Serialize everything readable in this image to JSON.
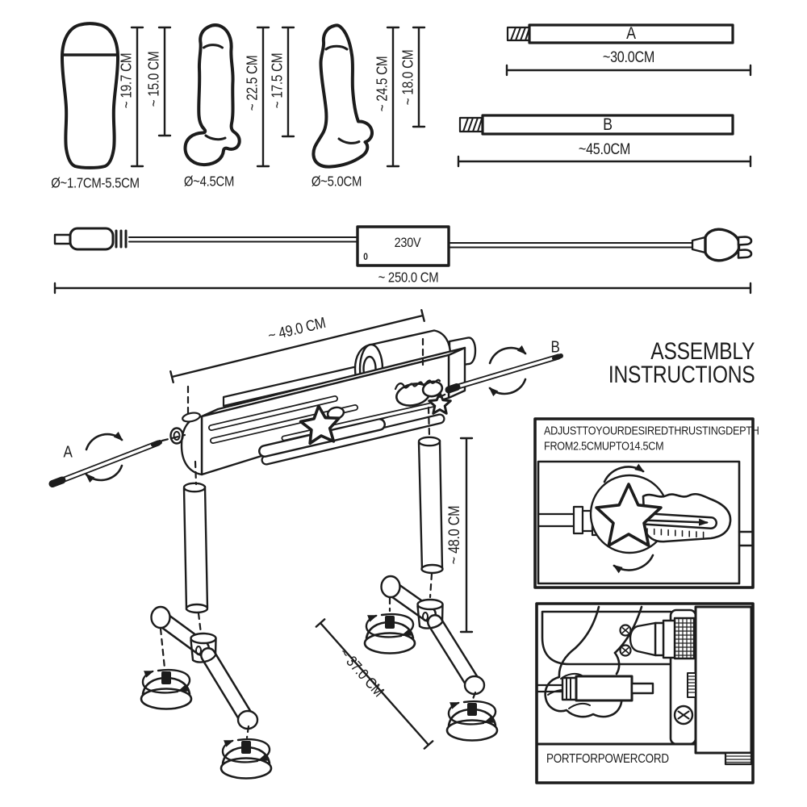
{
  "colors": {
    "ink": "#1c1c1c",
    "bg": "#ffffff"
  },
  "attachments": {
    "sleeve": {
      "length_outer": "~ 19.7 CM",
      "length_inner": "~ 15.0 CM",
      "diameter": "Ø~1.7CM-5.5CM"
    },
    "dildo_medium": {
      "length_outer": "~ 22.5 CM",
      "length_inner": "~ 17.5 CM",
      "diameter": "Ø~4.5CM"
    },
    "dildo_large": {
      "length_outer": "~ 24.5 CM",
      "length_inner": "~ 18.0 CM",
      "diameter": "Ø~5.0CM"
    }
  },
  "rods": {
    "rod_a": {
      "label": "A",
      "length": "~30.0CM"
    },
    "rod_b": {
      "label": "B",
      "length": "~45.0CM"
    }
  },
  "power_cord": {
    "adapter_voltage": "230V",
    "adapter_mark": "0",
    "cable_length": "~ 250.0 CM"
  },
  "assembly": {
    "title_line1": "ASSEMBLY",
    "title_line2": "INSTRUCTIONS",
    "rail_length": "~ 49.0 CM",
    "leg_length": "~ 48.0 CM",
    "foot_spacing": "~ 37.0 CM",
    "rod_a_label": "A",
    "rod_b_label": "B"
  },
  "inset_depth": {
    "heading_line1": "ADJUSTTOYOURDESIREDTHRUSTINGDEPTH",
    "heading_line2": "FROM2.5CMUPTO14.5CM"
  },
  "inset_power": {
    "caption": "PORTFORPOWERCORD"
  }
}
